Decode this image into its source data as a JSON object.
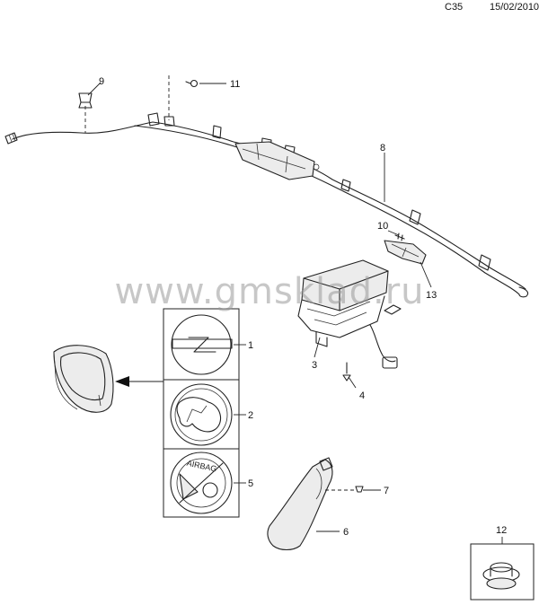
{
  "header": {
    "code": "C35",
    "date": "15/02/2010"
  },
  "watermark": {
    "text": "www.gmsklad.ru"
  },
  "callouts": [
    {
      "id": "c1",
      "label": "1"
    },
    {
      "id": "c2",
      "label": "2"
    },
    {
      "id": "c3",
      "label": "3"
    },
    {
      "id": "c4",
      "label": "4"
    },
    {
      "id": "c5",
      "label": "5"
    },
    {
      "id": "c6",
      "label": "6"
    },
    {
      "id": "c7",
      "label": "7"
    },
    {
      "id": "c8",
      "label": "8"
    },
    {
      "id": "c9",
      "label": "9"
    },
    {
      "id": "c10",
      "label": "10"
    },
    {
      "id": "c11",
      "label": "11"
    },
    {
      "id": "c12",
      "label": "12"
    },
    {
      "id": "c13",
      "label": "13"
    }
  ],
  "emblem": {
    "airbag_text": "AIRBAG"
  }
}
